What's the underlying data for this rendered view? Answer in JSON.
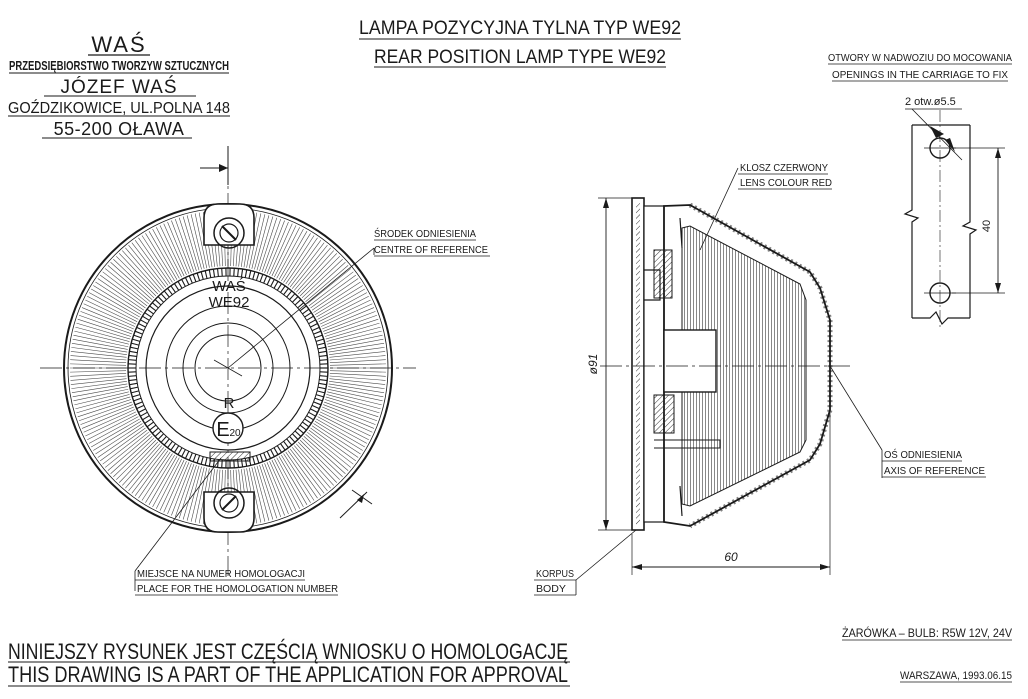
{
  "company": {
    "logo_text": "WAŚ",
    "name": "PRZEDSIĘBIORSTWO TWORZYW SZTUCZNYCH",
    "owner": "JÓZEF WAŚ",
    "address": "GOŹDZIKOWICE, UL.POLNA 148",
    "postcode_city": "55-200 OŁAWA"
  },
  "title": {
    "line_pl": "LAMPA POZYCYJNA TYLNA TYP WE92",
    "line_en": "REAR POSITION LAMP TYPE WE92"
  },
  "front_view": {
    "mark_brand": "WAŚ",
    "mark_type": "WE92",
    "mark_r": "R",
    "approval_mark": "E",
    "approval_number": "20",
    "ref_centre_pl": "ŚRODEK ODNIESIENIA",
    "ref_centre_en": "CENTRE OF REFERENCE",
    "homologation_pl": "MIEJSCE NA NUMER HOMOLOGACJI",
    "homologation_en": "PLACE FOR THE HOMOLOGATION NUMBER"
  },
  "side_view": {
    "lens_pl": "KLOSZ CZERWONY",
    "lens_en": "LENS COLOUR RED",
    "diameter_label": "ø91",
    "depth_label": "60",
    "axis_pl": "OŚ ODNIESIENIA",
    "axis_en": "AXIS OF REFERENCE",
    "body_pl": "KORPUS",
    "body_en": "BODY"
  },
  "mounting": {
    "header_pl": "OTWORY W NADWOZIU DO MOCOWANIA",
    "header_en": "OPENINGS IN THE CARRIAGE TO FIX",
    "holes_label": "2 otw.ø5.5",
    "spacing_label": "40"
  },
  "footer": {
    "note_pl": "NINIEJSZY RYSUNEK JEST CZĘŚCIĄ WNIOSKU O HOMOLOGACJĘ",
    "note_en": "THIS DRAWING IS A PART OF THE APPLICATION FOR APPROVAL",
    "bulb": "ŻARÓWKA – BULB: R5W 12V, 24V",
    "place_date": "WARSZAWA, 1993.06.15"
  }
}
